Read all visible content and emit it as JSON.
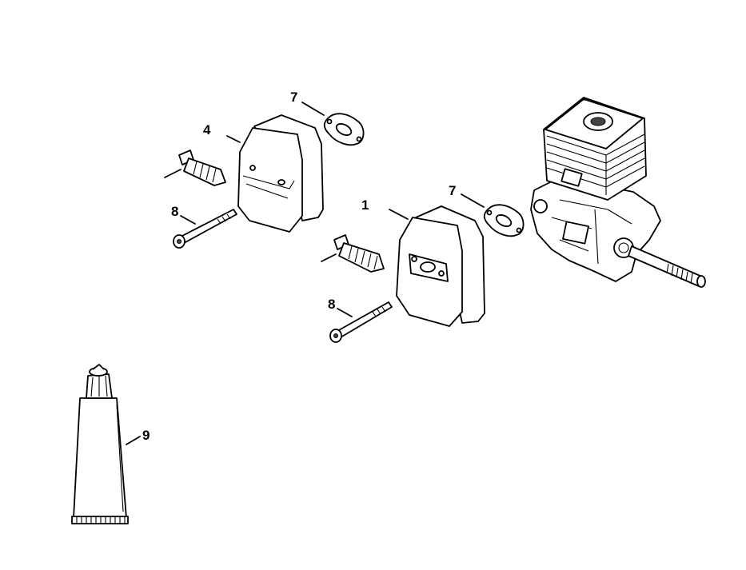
{
  "callouts": {
    "muffler_left": "4",
    "muffler_right": "1",
    "gasket_left": "7",
    "gasket_right": "7",
    "screw_left": "8",
    "screw_right": "8",
    "tube": "9"
  }
}
